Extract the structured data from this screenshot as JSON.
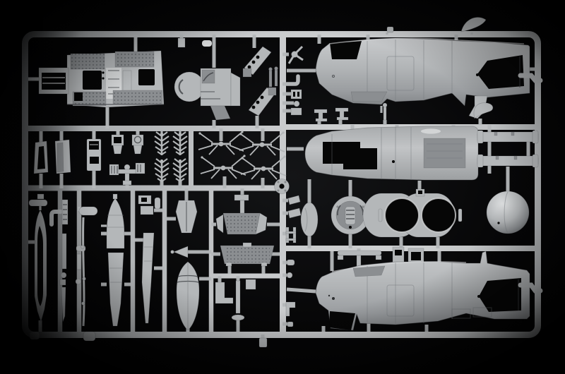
{
  "scene": {
    "subject": "plastic model kit sprue",
    "description": "Overhead photograph of a light grey injection-moulded sprue (runner frame) holding unassembled aircraft model parts against a black background",
    "visible_text": "none"
  },
  "colors": {
    "background": "#000000",
    "plastic": "#b4b7b9",
    "plastic_light": "#d2d4d5",
    "plastic_dark": "#8b8e91",
    "plastic_deep": "#6f7275",
    "recess": "#060606"
  },
  "parts": {
    "labels": [
      "sprue frame",
      "cockpit floor",
      "cockpit bulkhead",
      "ramp plates",
      "upper fuselage half",
      "lower fuselage half",
      "fuselage belly pan",
      "wing spar strips",
      "engine cowl rings",
      "engine front disc",
      "access hatch oval",
      "radome sphere",
      "propeller blade",
      "drop tank",
      "bomb nose",
      "bomb tail",
      "tail float loop",
      "antenna rod",
      "instrument panels",
      "crew seats",
      "console boxes",
      "fairing buckets",
      "cylinder banks",
      "landing gear clusters",
      "sprue hub",
      "exhaust pipes",
      "small fittings"
    ]
  }
}
